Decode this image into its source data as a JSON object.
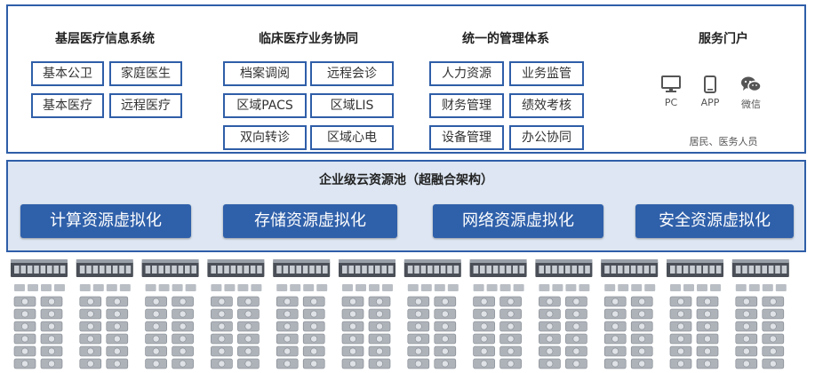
{
  "groups": [
    {
      "title": "基层医疗信息系统",
      "tags": [
        "基本公卫",
        "家庭医生",
        "基本医疗",
        "远程医疗"
      ]
    },
    {
      "title": "临床医疗业务协同",
      "tags": [
        "档案调阅",
        "远程会诊",
        "区域PACS",
        "区域LIS",
        "双向转诊",
        "区域心电"
      ]
    },
    {
      "title": "统一的管理体系",
      "tags": [
        "人力资源",
        "业务监管",
        "财务管理",
        "绩效考核",
        "设备管理",
        "办公协同"
      ]
    }
  ],
  "portal": {
    "title": "服务门户",
    "items": [
      {
        "label": "PC",
        "icon": "pc-icon"
      },
      {
        "label": "APP",
        "icon": "phone-icon"
      },
      {
        "label": "微信",
        "icon": "wechat-icon"
      }
    ],
    "audience": "居民、医务人员"
  },
  "pool": {
    "title": "企业级云资源池（超融合架构）",
    "virtualization": [
      "计算资源虚拟化",
      "存储资源虚拟化",
      "网络资源虚拟化",
      "安全资源虚拟化"
    ]
  },
  "hardware": {
    "server_count": 12,
    "disks_per_server": 12
  },
  "colors": {
    "accent": "#2f5ea8",
    "button_fill": "#2f60aa",
    "pool_bg": "#dde6f2"
  }
}
